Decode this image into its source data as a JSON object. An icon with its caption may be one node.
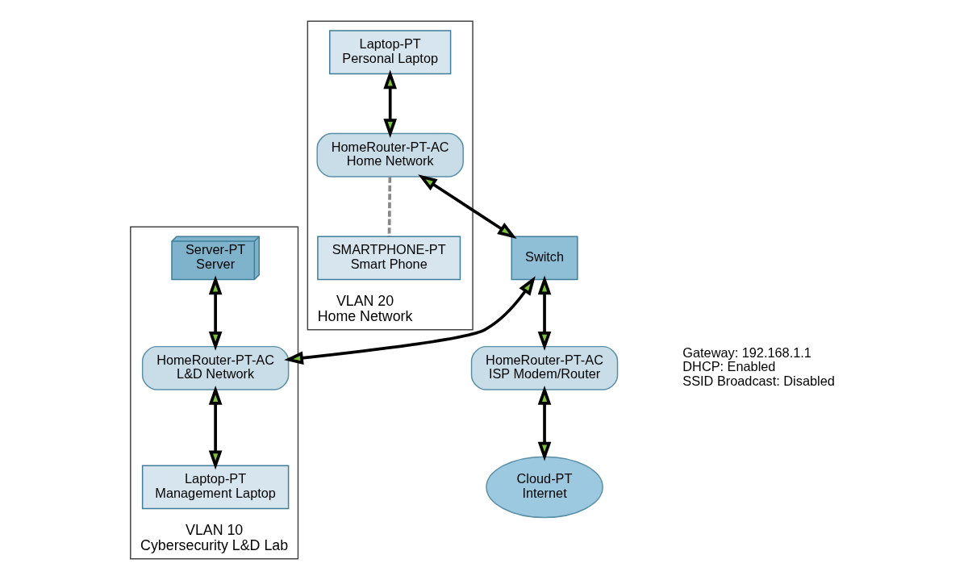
{
  "diagram": {
    "nodes": [
      {
        "text": [
          "Cloud-PT",
          "Internet"
        ]
      },
      {
        "text": [
          "HomeRouter-PT-AC",
          "ISP Modem/Router"
        ]
      },
      {
        "text": [
          "Switch"
        ]
      },
      {
        "text": [
          "VLAN 20",
          "Home Network"
        ]
      },
      {
        "text": [
          "Laptop-PT",
          "Personal Laptop"
        ],
        "in": 3
      },
      {
        "text": [
          "HomeRouter-PT-AC",
          "Home Network"
        ],
        "in": 3
      },
      {
        "text": [
          "SMARTPHONE-PT",
          "Smart Phone"
        ],
        "in": 3
      },
      {
        "text": [
          "VLAN 10",
          "Cybersecurity L&D Lab"
        ]
      },
      {
        "text": [
          "HomeRouter-PT-AC",
          "L&D Network"
        ],
        "in": 7
      },
      {
        "text": [
          "Laptop-PT",
          "Management Laptop"
        ],
        "in": 7
      },
      {
        "text": [
          "Server-PT",
          "Server"
        ],
        "in": 7
      }
    ],
    "edges": [
      {
        "from": 1,
        "to": 0,
        "arrow": "both"
      },
      {
        "from": 2,
        "to": 1,
        "arrow": "both"
      },
      {
        "from": 5,
        "to": 2,
        "arrow": "both"
      },
      {
        "from": 4,
        "to": 5,
        "arrow": "both"
      },
      {
        "from": 5,
        "to": 6,
        "arrow": "none",
        "style": "dashed",
        "color": "#888888"
      },
      {
        "from": 2,
        "to": 8,
        "arrow": "both"
      },
      {
        "from": 8,
        "to": 9,
        "arrow": "both"
      },
      {
        "from": 10,
        "to": 8,
        "arrow": "both"
      }
    ],
    "labels": [
      "Gateway: 192.168.1.1",
      "DHCP: Enabled",
      "SSID Broadcast: Disabled"
    ]
  }
}
